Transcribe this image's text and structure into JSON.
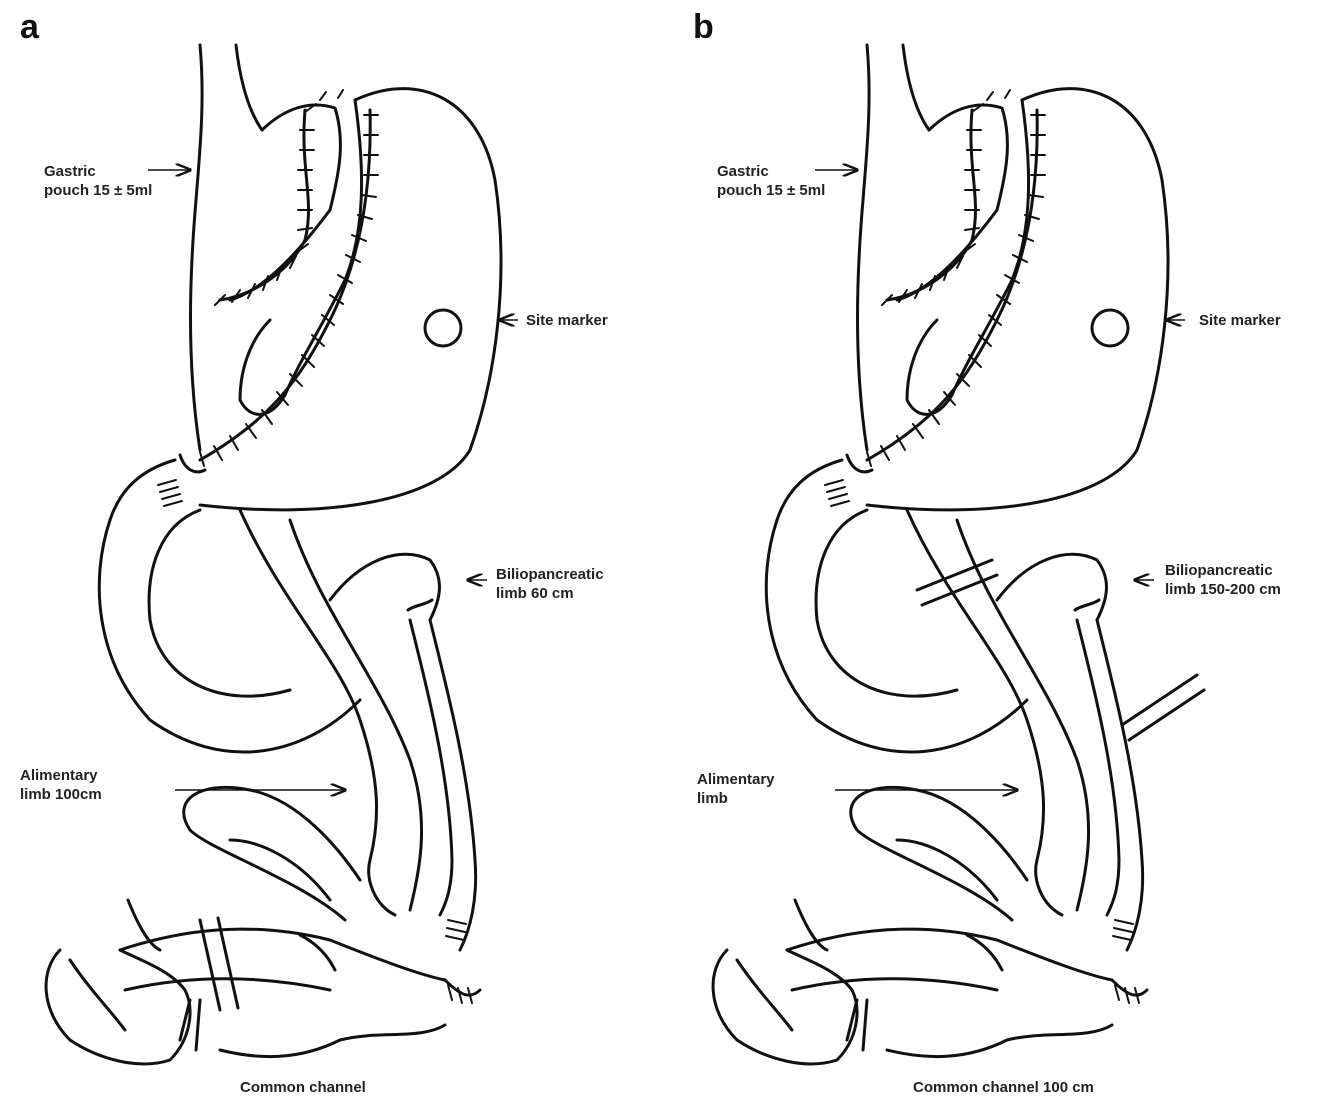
{
  "panel_a": {
    "letter": "a",
    "gastric_pouch": [
      "Gastric",
      "pouch 15 ± 5ml"
    ],
    "site_marker": "Site marker",
    "biliopancreatic": [
      "Biliopancreatic",
      "limb 60 cm"
    ],
    "alimentary": [
      "Alimentary",
      "limb 100cm"
    ],
    "common_channel": "Common channel"
  },
  "panel_b": {
    "letter": "b",
    "gastric_pouch": [
      "Gastric",
      "pouch 15 ± 5ml"
    ],
    "site_marker": "Site marker",
    "biliopancreatic": [
      "Biliopancreatic",
      "limb 150-200 cm"
    ],
    "alimentary": [
      "Alimentary",
      "limb"
    ],
    "common_channel": "Common channel 100 cm"
  }
}
